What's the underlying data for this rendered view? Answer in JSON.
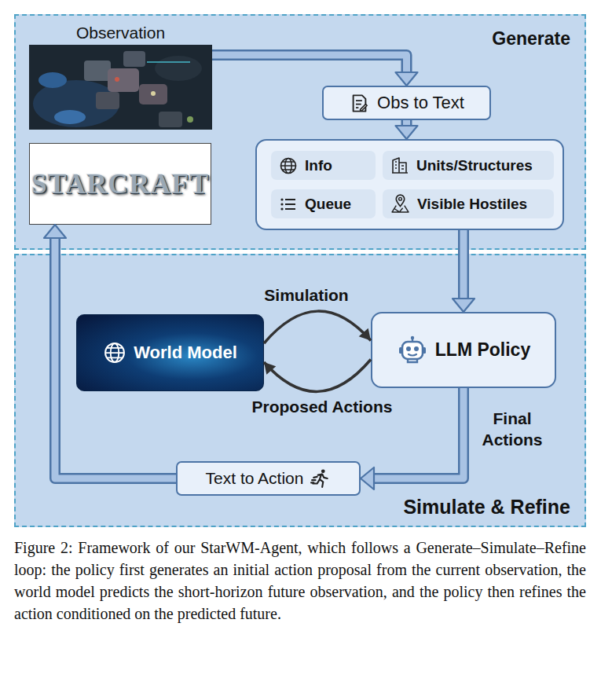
{
  "diagram": {
    "caption": "Figure 2: Framework of our StarWM-Agent, which follows a Generate–Simulate–Refine loop: the policy first generates an initial action proposal from the current observation, the world model predicts the short-horizon future observation, and the policy then refines the action conditioned on the predicted future.",
    "nodes": [
      {
        "text": [
          "Generate"
        ]
      },
      {
        "text": [
          "Observation"
        ],
        "in": 0
      },
      {
        "text": [
          "STARCRAFT"
        ],
        "in": 0
      },
      {
        "text": [
          "Obs to Text"
        ],
        "in": 0
      },
      {
        "text": [],
        "in": 0
      },
      {
        "text": [
          "Info"
        ],
        "in": 4
      },
      {
        "text": [
          "Units/Structures"
        ],
        "in": 4
      },
      {
        "text": [
          "Queue"
        ],
        "in": 4
      },
      {
        "text": [
          "Visible Hostiles"
        ],
        "in": 4
      },
      {
        "text": [
          "Simulate & Refine"
        ]
      },
      {
        "text": [
          "World Model"
        ],
        "in": 9
      },
      {
        "text": [
          "LLM Policy"
        ],
        "in": 9
      },
      {
        "text": [
          "Text to Action"
        ],
        "in": 9
      }
    ],
    "edges": [
      {
        "from": 1,
        "to": 3,
        "arrow": "to"
      },
      {
        "from": 3,
        "to": 4,
        "arrow": "to"
      },
      {
        "from": 4,
        "to": 11,
        "arrow": "to"
      },
      {
        "from": 10,
        "to": 11,
        "label": "Simulation",
        "arrow": "to"
      },
      {
        "from": 11,
        "to": 10,
        "label": "Proposed Actions",
        "arrow": "to"
      },
      {
        "from": 11,
        "to": 12,
        "label": "Final Actions",
        "arrow": "to"
      },
      {
        "from": 12,
        "to": 2,
        "arrow": "to"
      }
    ]
  }
}
